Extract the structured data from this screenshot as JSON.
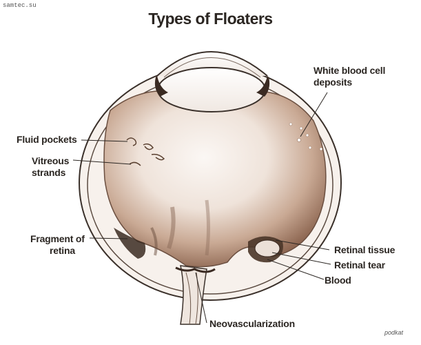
{
  "watermark": "samtec.su",
  "title": "Types of Floaters",
  "labels": {
    "white_blood_cell_line1": "White blood cell",
    "white_blood_cell_line2": "deposits",
    "fluid_pockets": "Fluid pockets",
    "vitreous_line1": "Vitreous",
    "vitreous_line2": "strands",
    "fragment_line1": "Fragment of",
    "fragment_line2": "retina",
    "retinal_tissue": "Retinal tissue",
    "retinal_tear": "Retinal tear",
    "blood": "Blood",
    "neovascularization": "Neovascularization"
  },
  "credit": "podkat",
  "colors": {
    "vitreous_shade": "#a47f6a",
    "vitreous_light": "#f3ebe5",
    "outline": "#3a302a",
    "text": "#2b2622"
  }
}
